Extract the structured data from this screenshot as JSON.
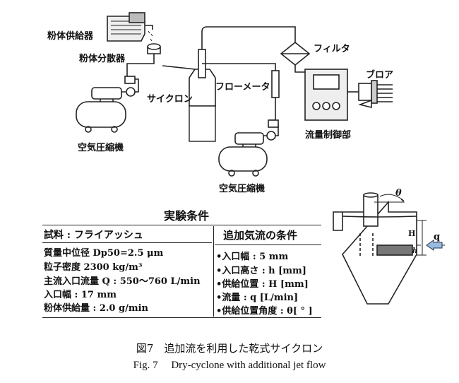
{
  "labels": {
    "powder_feeder": "粉体供給器",
    "powder_disperser": "粉体分散器",
    "air_compressor_1": "空気圧縮機",
    "cyclone": "サイクロン",
    "flow_meter": "フローメータ",
    "filter": "フィルタ",
    "blower": "ブロア",
    "flow_controller": "流量制御部",
    "air_compressor_2": "空気圧縮機"
  },
  "conditions": {
    "title": "実験条件",
    "main_header": "試料 : フライアッシュ",
    "main_lines": [
      "質量中位径  Dp50=2.5 μm",
      "粒子密度  2300 kg/m³",
      "主流入口流量 Q :  550〜760 L/min",
      "入口幅 : 17 mm",
      "粉体供給量 :  2.0 g/min"
    ],
    "jet_header": "追加気流の条件",
    "jet_lines": [
      "•入口幅 : 5 mm",
      "•入口高さ : h [mm]",
      "•供給位置 : H [mm]",
      "•流量 : q [L/min]",
      "•供給位置角度 : θ[ ° ]"
    ]
  },
  "detail": {
    "theta": "θ",
    "H": "H",
    "h": "h",
    "q": "q"
  },
  "caption": {
    "jp": "図7　追加流を利用した乾式サイクロン",
    "en": "Fig. 7　 Dry-cyclone with additional jet flow"
  }
}
